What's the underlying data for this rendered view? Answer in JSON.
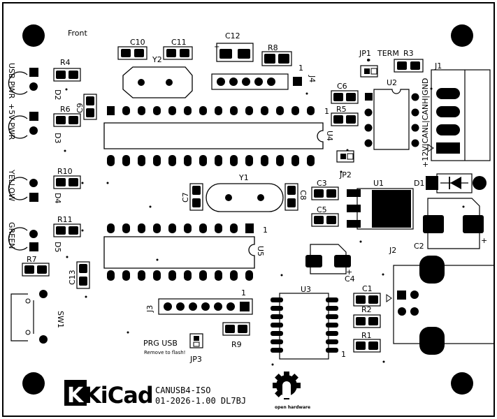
{
  "board": {
    "side_label": "Front",
    "project_name": "CANUSB4-ISO",
    "project_rev": "01-2026-1.00 DL7BJ",
    "kicad_logo": "KiCad",
    "oshw_logo": "open hardware"
  },
  "refs": {
    "C10": "C10",
    "C11": "C11",
    "C12": "C12",
    "Y2": "Y2",
    "R8": "R8",
    "J4": "J4",
    "J4_pin1": "1",
    "JP1": "JP1",
    "TERM": "TERM",
    "R3": "R3",
    "J1": "J1",
    "C6": "C6",
    "R5": "R5",
    "U2": "U2",
    "R4": "R4",
    "R6": "R6",
    "C9": "C9",
    "D2": "D2",
    "D3": "D3",
    "U4": "U4",
    "U4_pin1": "1",
    "R10": "R10",
    "D4": "D4",
    "C7": "C7",
    "Y1": "Y1",
    "C8": "C8",
    "C3": "C3",
    "U1": "U1",
    "D1": "D1",
    "C5": "C5",
    "R11": "R11",
    "D5": "D5",
    "U5": "U5",
    "U5_pin1": "1",
    "J2": "J2",
    "C2": "C2",
    "R7": "R7",
    "C4": "C4",
    "C13": "C13",
    "SW1": "SW1",
    "J3": "J3",
    "J3_pin1": "1",
    "U3": "U3",
    "U3_pin1": "1",
    "C1": "C1",
    "R2": "R2",
    "R1": "R1",
    "R9": "R9",
    "JP3": "JP3",
    "JP2": "JP2"
  },
  "labels": {
    "usb_pwr": "USB PWR",
    "plus5v_pwr": "+5V PWR",
    "yellow": "YELLOW",
    "green": "GREEN",
    "prg_usb": "PRG USB",
    "remove_to_flash": "Remove to flash!",
    "j1_pins": "+12V|CANL|CANH|GND",
    "plus_sign": "+",
    "plus_sign_2": "+",
    "plus_sign_3": "+"
  }
}
